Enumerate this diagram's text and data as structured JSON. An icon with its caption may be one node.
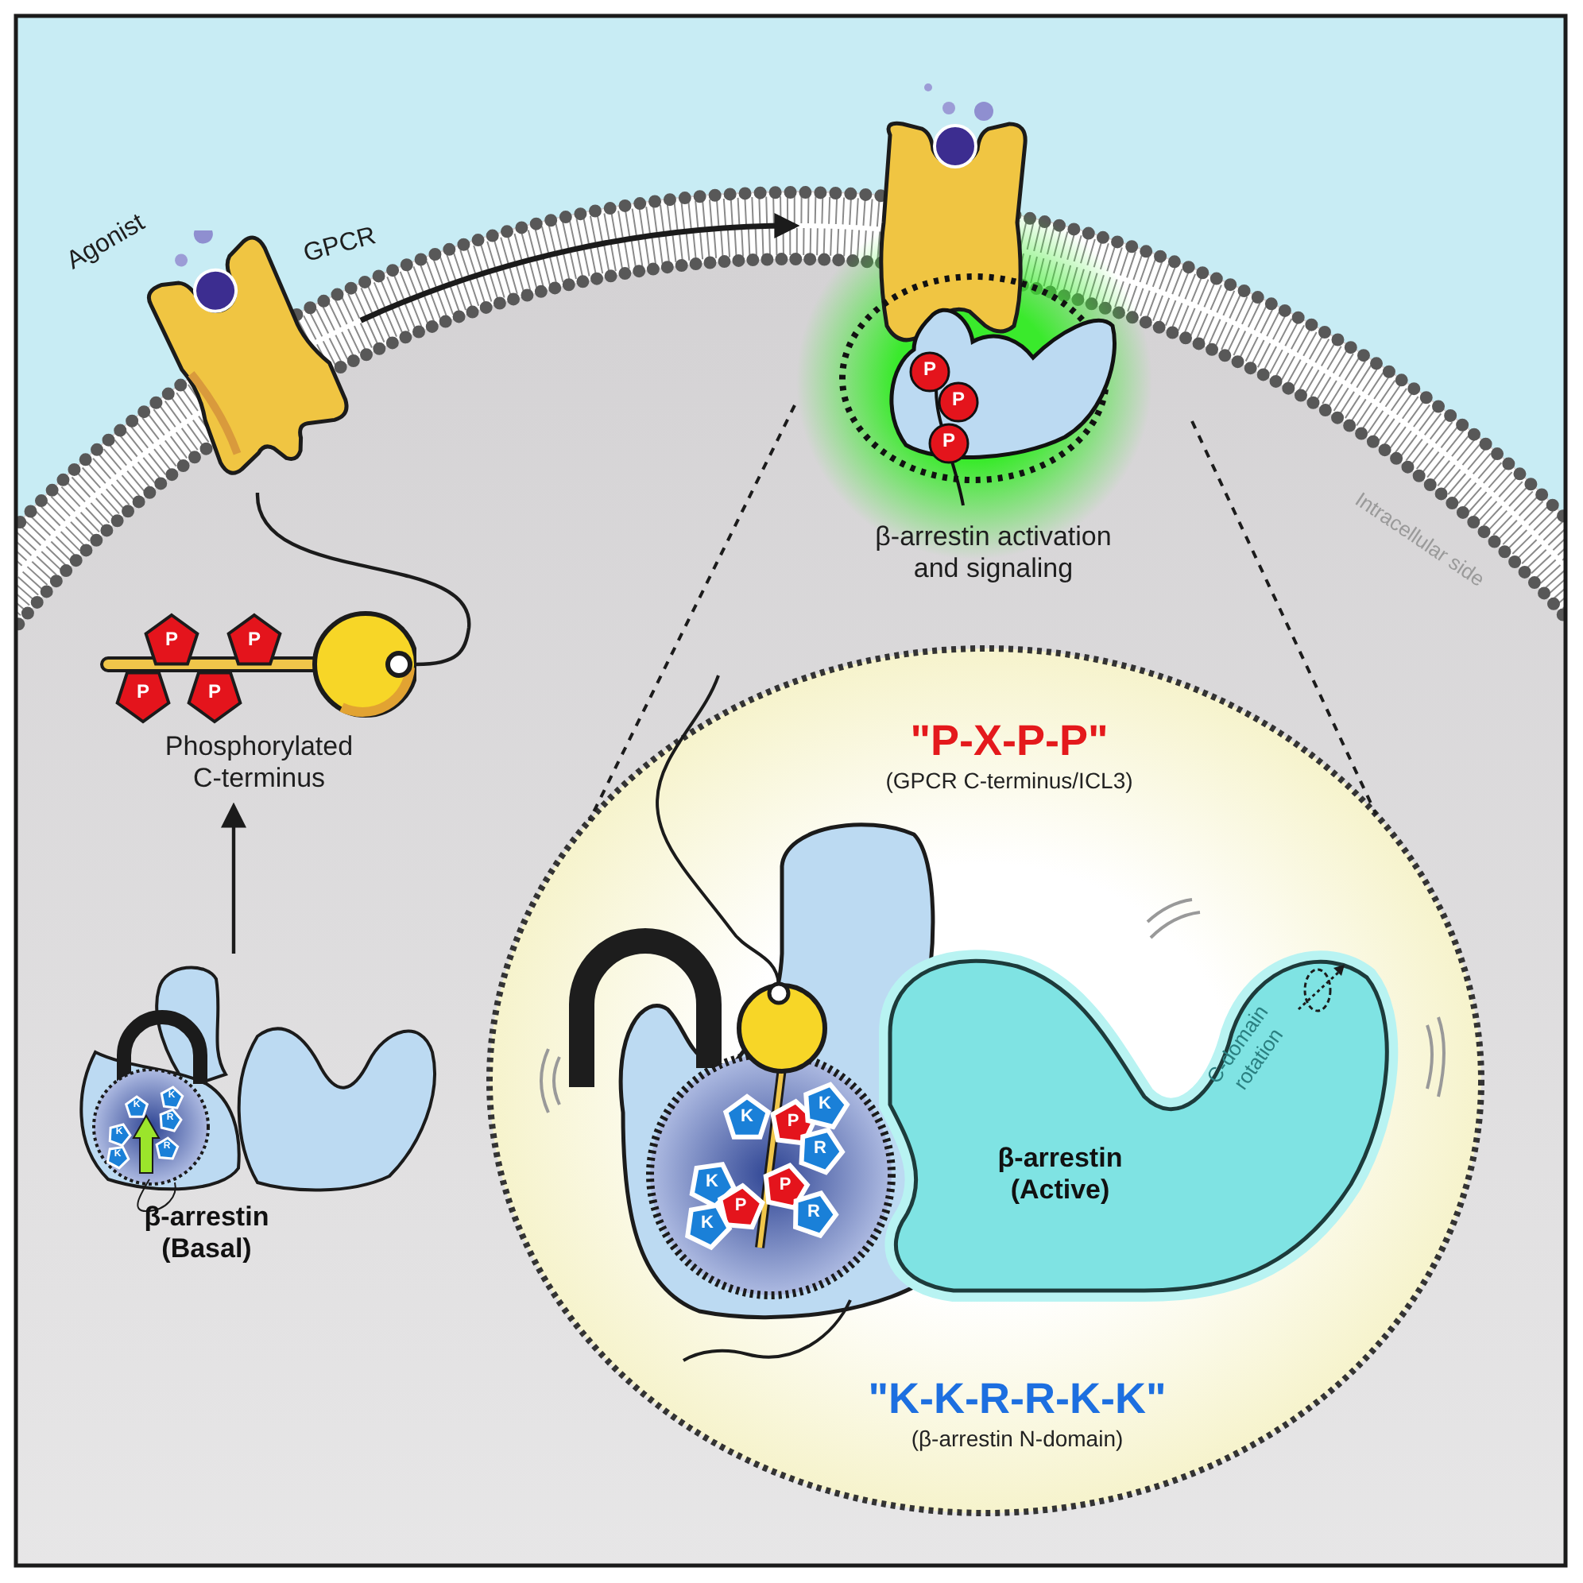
{
  "diagram": {
    "nodes": [
      {
        "text": [],
        "shape": "picture",
        "beside": [
          "Agonist",
          "GPCR"
        ]
      },
      {
        "text": [
          "β-arrestin activation and signaling"
        ]
      },
      {
        "text": [
          "Phosphorylated C-terminus"
        ]
      },
      {
        "text": [
          "β-arrestin (Basal)"
        ]
      },
      {
        "text": [
          "\"P-X-P-P\"",
          "(GPCR C-terminus/ICL3)",
          "\"K-K-R-R-K-K\"",
          "(β-arrestin N-domain)"
        ]
      },
      {
        "text": [
          "β-arrestin (Active)",
          "C-domain rotation"
        ],
        "in": 4
      }
    ],
    "edges": [
      {
        "from": 0,
        "to": 1,
        "arrow": "to"
      },
      {
        "from": 0,
        "to": 2,
        "arrow": "none"
      },
      {
        "from": 3,
        "to": 2,
        "arrow": "to"
      },
      {
        "from": 1,
        "to": 4,
        "arrow": "none",
        "style": "dashed"
      },
      {
        "from": 1,
        "to": 4,
        "arrow": "none",
        "style": "dashed"
      }
    ],
    "labels": [
      "P",
      "P",
      "P",
      "Intracellular side",
      "P",
      "P",
      "P",
      "P",
      "K",
      "K",
      "R",
      "K",
      "K",
      "R",
      "K",
      "P",
      "K",
      "R",
      "K",
      "P",
      "P",
      "R",
      "K"
    ]
  }
}
